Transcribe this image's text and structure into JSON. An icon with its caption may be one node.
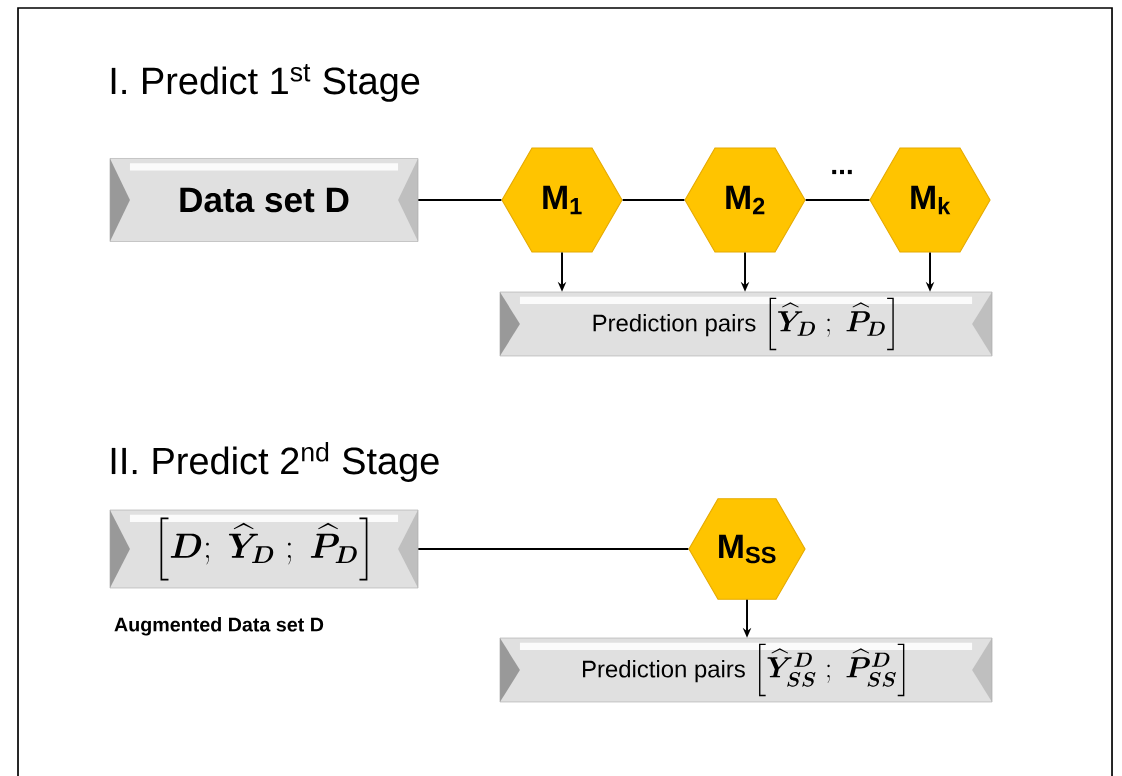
{
  "diagram": {
    "nodes": [
      {
        "text": [
          "Data set D"
        ]
      },
      {
        "text": [
          "M$_{1}$"
        ]
      },
      {
        "text": [
          "M$_{2}$"
        ]
      },
      {
        "text": [
          "M$_{k}$"
        ]
      },
      {
        "text": [
          "Prediction pairs",
          "\\Big[\\boldsymbol{\\widehat{Y}_{D}}\\;;\\;\\boldsymbol{\\widehat{P}_{D}}\\Big]"
        ]
      },
      {
        "text": [
          "\\Big[\\boldsymbol{D};\\;\\boldsymbol{\\widehat{Y}_{D}}\\;;\\;\\boldsymbol{\\widehat{P}_{D}}\\Big]"
        ],
        "beside": [
          "Augmented Data set D"
        ]
      },
      {
        "text": [
          "M$_{SS}$"
        ]
      },
      {
        "text": [
          "Prediction pairs",
          "\\Big[\\boldsymbol{\\widehat{Y}^{D}_{SS}}\\;;\\;\\boldsymbol{\\widehat{P}^{D}_{SS}}\\Big]"
        ]
      }
    ],
    "edges": [
      {
        "from": 0,
        "to": 1,
        "arrow": "none"
      },
      {
        "from": 1,
        "to": 2,
        "arrow": "none"
      },
      {
        "from": 2,
        "to": 3,
        "arrow": "none"
      },
      {
        "from": 1,
        "to": 4,
        "arrow": "to"
      },
      {
        "from": 2,
        "to": 4,
        "arrow": "to"
      },
      {
        "from": 3,
        "to": 4,
        "arrow": "to"
      },
      {
        "from": 5,
        "to": 6,
        "arrow": "none"
      },
      {
        "from": 6,
        "to": 7,
        "arrow": "to"
      }
    ],
    "labels": [
      "I. Predict 1$^{st}$ Stage",
      "...",
      "II. Predict 2$^{nd}$ Stage"
    ]
  }
}
